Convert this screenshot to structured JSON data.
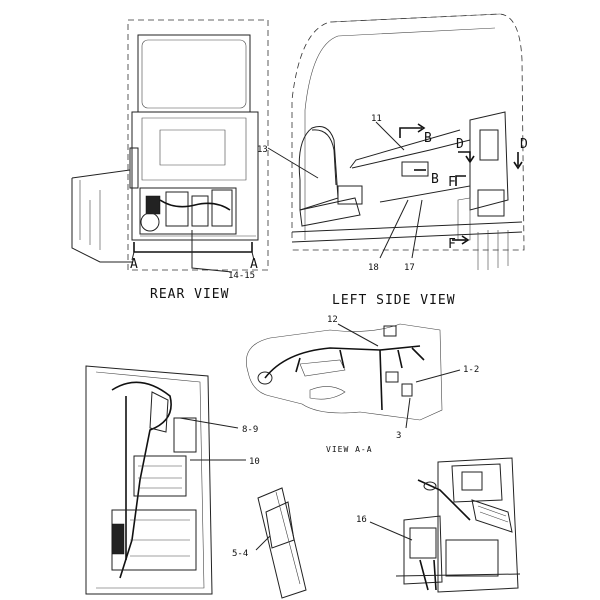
{
  "captions": {
    "rear_view": "REAR VIEW",
    "left_side_view": "LEFT SIDE VIEW",
    "view_aa": "VIEW A-A"
  },
  "section_markers": {
    "a_left": "A",
    "a_right": "A",
    "b_top": "B",
    "b_mid": "B",
    "d_left": "D",
    "d_right": "D",
    "f_top": "F",
    "f_bottom": "F"
  },
  "callouts": {
    "c1_2": "1-2",
    "c3": "3",
    "c5_4": "5-4",
    "c8_9": "8-9",
    "c10": "10",
    "c11": "11",
    "c12": "12",
    "c13": "13",
    "c14_15": "14-15",
    "c16": "16",
    "c17": "17",
    "c18": "18"
  }
}
